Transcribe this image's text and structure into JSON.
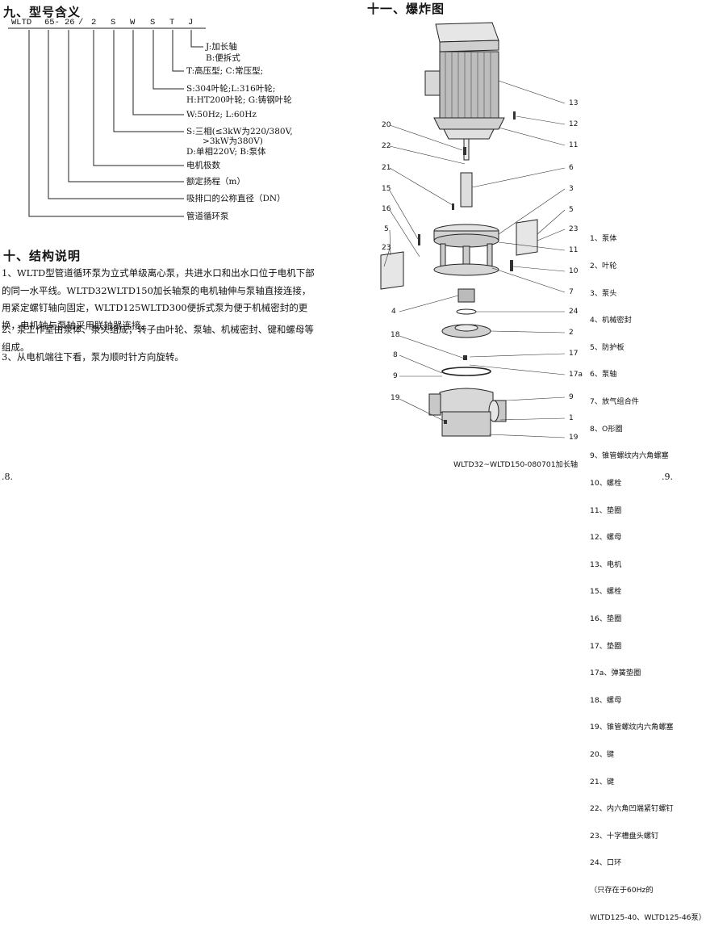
{
  "left": {
    "section9_title": "九、型号含义",
    "model_code": [
      "WLTD",
      "65-",
      "26",
      "/",
      "2",
      "S",
      "W",
      "S",
      "T",
      "J"
    ],
    "model_descriptions": [
      "J:加长轴",
      "B:便拆式",
      "T:高压型; C:常压型;",
      "S:304叶轮;L:316叶轮;",
      "H:HT200叶轮; G:铸钢叶轮",
      "W:50Hz; L:60Hz",
      "S:三相(≤3kW为220/380V,",
      "      >3kW为380V)",
      "D:单相220V; B:泵体",
      "电机极数",
      "额定扬程（m）",
      "吸排口的公称直径（DN）",
      "管道循环泵"
    ],
    "section10_title": "十、结构说明",
    "paragraphs": [
      "1、WLTD型管道循环泵为立式单级离心泵，共进水口和出水口位于电机下部的同一水平线。WLTD32WLTD150加长轴泵的电机轴伸与泵轴直接连接，用紧定螺钉轴向固定，WLTD125WLTD300便拆式泵为便于机械密封的更换，电机轴与泵轴采用联轴器连接。",
      "2、泵工作室由泵体、泵头组成；转子由叶轮、泵轴、机械密封、键和螺母等组成。",
      "3、从电机端往下看，泵为顺时针方向旋转。"
    ],
    "page_number": ".8."
  },
  "right": {
    "section11_title": "十一、爆炸图",
    "callouts_left": [
      "20",
      "22",
      "21",
      "15",
      "16",
      "5",
      "23",
      "4",
      "18",
      "8",
      "9",
      "19"
    ],
    "callouts_right": [
      "13",
      "12",
      "11",
      "6",
      "3",
      "5",
      "23",
      "11",
      "10",
      "7",
      "24",
      "2",
      "17",
      "17a",
      "9",
      "1",
      "19"
    ],
    "legend": [
      "1、泵体",
      "2、叶轮",
      "3、泵头",
      "4、机械密封",
      "5、防护板",
      "6、泵轴",
      "7、放气组合件",
      "8、O形圈",
      "9、锥管螺纹内六角螺塞",
      "10、螺栓",
      "11、垫圈",
      "12、螺母",
      "13、电机",
      "15、螺栓",
      "16、垫圈",
      "17、垫圈",
      "17a、弹簧垫圈",
      "18、螺母",
      "19、锥管螺纹内六角螺塞",
      "20、键",
      "21、键",
      "22、内六角凹端紧钉螺钉",
      "23、十字槽盘头螺钉",
      "24、口环",
      "（只存在于60Hz的",
      "WLTD125-40、WLTD125-46泵）"
    ],
    "caption": "WLTD32~WLTD150-080701加长轴",
    "page_number": ".9."
  }
}
